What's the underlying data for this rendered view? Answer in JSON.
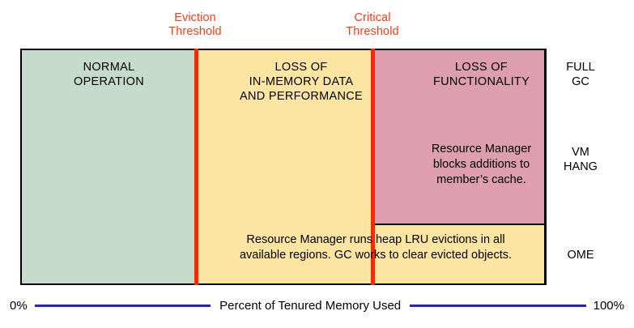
{
  "diagram": {
    "title": "Percent of Tenured Memory Used",
    "colors": {
      "normal_region": "#c6dbca",
      "loss_memory_region": "#fbe5a0",
      "loss_functionality_region": "#dc9eb0",
      "gc_column": "#ffffff",
      "threshold_rule": "#ff2600",
      "threshold_label": "#ff3b12",
      "axis_line": "#2222dd",
      "frame_border": "#000000",
      "text": "#000000"
    },
    "thresholds": [
      {
        "id": "eviction",
        "label": "Eviction\nThreshold",
        "position_percent": 26
      },
      {
        "id": "critical",
        "label": "Critical\nThreshold",
        "position_percent": 59
      }
    ],
    "regions": [
      {
        "id": "normal-operation",
        "heading": "NORMAL\nOPERATION",
        "note": ""
      },
      {
        "id": "loss-of-in-memory-data",
        "heading": "LOSS OF\nIN-MEMORY DATA\nAND PERFORMANCE",
        "note": "Resource Manager runs heap LRU evictions in all\navailable regions. GC works to clear evicted objects."
      },
      {
        "id": "loss-of-functionality",
        "heading": "LOSS OF\nFUNCTIONALITY",
        "note": "Resource Manager\nblocks additions to\nmember’s cache."
      }
    ],
    "gc_column": {
      "labels": [
        {
          "id": "full-gc",
          "text": "FULL\nGC"
        },
        {
          "id": "vm-hang",
          "text": "VM\nHANG"
        },
        {
          "id": "ome",
          "text": "OME"
        }
      ]
    },
    "axis": {
      "start_label": "0%",
      "end_label": "100%",
      "caption": "Percent of Tenured Memory Used"
    }
  },
  "chart_data": {
    "type": "bar",
    "title": "Percent of Tenured Memory Used",
    "xlabel": "Percent of Tenured Memory Used",
    "ylabel": "",
    "xlim": [
      0,
      100
    ],
    "grid": false,
    "legend": "none",
    "categories": [
      "NORMAL OPERATION",
      "LOSS OF IN-MEMORY DATA AND PERFORMANCE",
      "LOSS OF FUNCTIONALITY"
    ],
    "values": [
      26,
      33,
      41
    ],
    "annotations": [
      {
        "text": "Eviction Threshold",
        "x": 26
      },
      {
        "text": "Critical Threshold",
        "x": 59
      }
    ],
    "tick_labels": [
      "0%",
      "100%"
    ]
  }
}
